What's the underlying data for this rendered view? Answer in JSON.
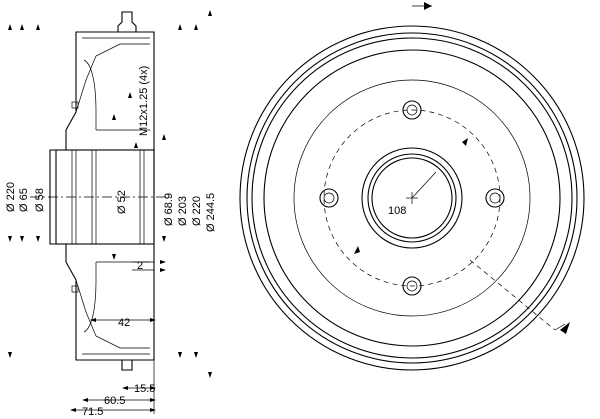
{
  "labels": {
    "outer_dia": "Ø 220",
    "pilot_dia": "Ø 65",
    "hub_dia": "Ø 58",
    "bore_dia": "Ø 52",
    "center_bore_dia": "Ø 68.9",
    "inner_drum_dia": "Ø 203",
    "braking_dia": "Ø 220",
    "overall_dia": "Ø 244.5",
    "thread": "M12x1.25 (4x)",
    "dim_2": "2",
    "dim_42": "42",
    "dim_15_5": "15.5",
    "dim_60_5": "60.5",
    "dim_71_5": "71.5",
    "pcd": "108"
  }
}
